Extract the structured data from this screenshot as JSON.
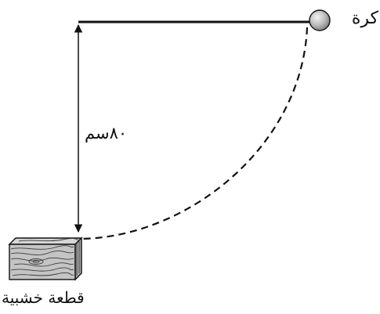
{
  "labels": {
    "ball": "كرة",
    "length": "٨٠سم",
    "block": "قطعة خشبية"
  },
  "colors": {
    "ink": "#111111",
    "ball_fill_light": "#f2f2f2",
    "ball_fill_dark": "#8c8c8c",
    "wood_top": "#d6d6d6",
    "wood_front": "#c4c4c4",
    "wood_side": "#a9a9a9",
    "grain": "#3a3a3a"
  },
  "icons": {
    "ball": "sphere-icon",
    "block": "wooden-block-icon"
  }
}
